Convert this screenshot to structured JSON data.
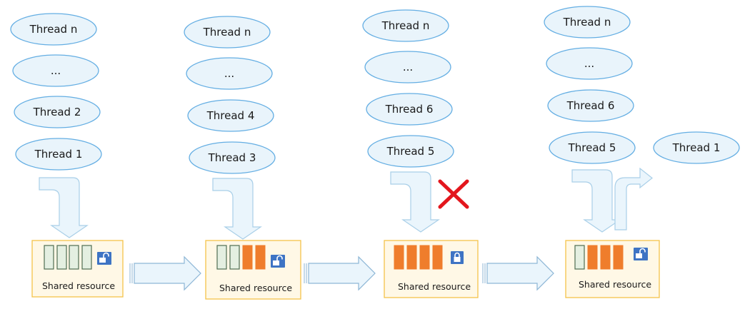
{
  "colors": {
    "thread_fill": "#e9f4fb",
    "thread_stroke": "#64aee3",
    "resource_fill": "#fff8e6",
    "resource_stroke": "#f3c24a",
    "slot_free": "#e4efe1",
    "slot_used": "#ef7d2c",
    "lock_bg": "#3e74c4",
    "reject_cross": "#e3161d"
  },
  "stages": [
    {
      "threads": [
        "Thread n",
        "...",
        "Thread 2",
        "Thread 1"
      ],
      "resource": {
        "label": "Shared resource",
        "slots": [
          "free",
          "free",
          "free",
          "free"
        ],
        "lock_icon": "unlocked-padlock-icon"
      }
    },
    {
      "threads": [
        "Thread n",
        "...",
        "Thread 4",
        "Thread 3"
      ],
      "resource": {
        "label": "Shared resource",
        "slots": [
          "free",
          "free",
          "used",
          "used"
        ],
        "lock_icon": "unlocked-padlock-icon"
      }
    },
    {
      "threads": [
        "Thread n",
        "...",
        "Thread 6",
        "Thread 5"
      ],
      "resource": {
        "label": "Shared resource",
        "slots": [
          "used",
          "used",
          "used",
          "used"
        ],
        "lock_icon": "locked-padlock-icon"
      },
      "access_denied_icon": "red-x-icon"
    },
    {
      "threads": [
        "Thread n",
        "...",
        "Thread 6",
        "Thread 5"
      ],
      "released_thread": "Thread 1",
      "resource": {
        "label": "Shared resource",
        "slots": [
          "free",
          "used",
          "used",
          "used"
        ],
        "lock_icon": "unlocked-padlock-icon"
      }
    }
  ]
}
